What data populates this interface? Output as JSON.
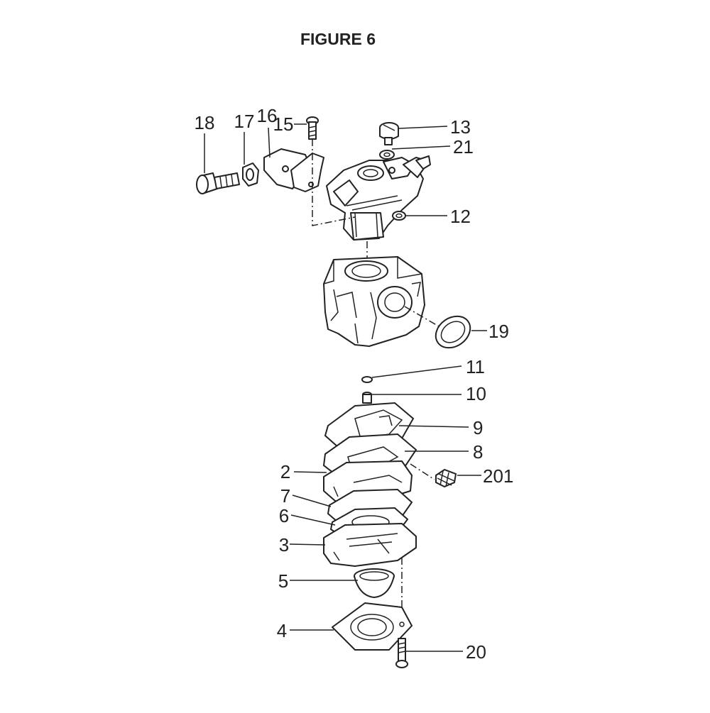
{
  "figure": {
    "title": "FIGURE 6"
  },
  "callouts": [
    {
      "id": "18",
      "text": "18"
    },
    {
      "id": "17",
      "text": "17"
    },
    {
      "id": "16",
      "text": "16"
    },
    {
      "id": "15",
      "text": "15"
    },
    {
      "id": "13",
      "text": "13"
    },
    {
      "id": "21",
      "text": "21"
    },
    {
      "id": "12",
      "text": "12"
    },
    {
      "id": "19",
      "text": "19"
    },
    {
      "id": "11",
      "text": "11"
    },
    {
      "id": "10",
      "text": "10"
    },
    {
      "id": "9",
      "text": "9"
    },
    {
      "id": "8",
      "text": "8"
    },
    {
      "id": "2",
      "text": "2"
    },
    {
      "id": "201",
      "text": "201"
    },
    {
      "id": "7",
      "text": "7"
    },
    {
      "id": "6",
      "text": "6"
    },
    {
      "id": "3",
      "text": "3"
    },
    {
      "id": "5",
      "text": "5"
    },
    {
      "id": "4",
      "text": "4"
    },
    {
      "id": "20",
      "text": "20"
    }
  ]
}
